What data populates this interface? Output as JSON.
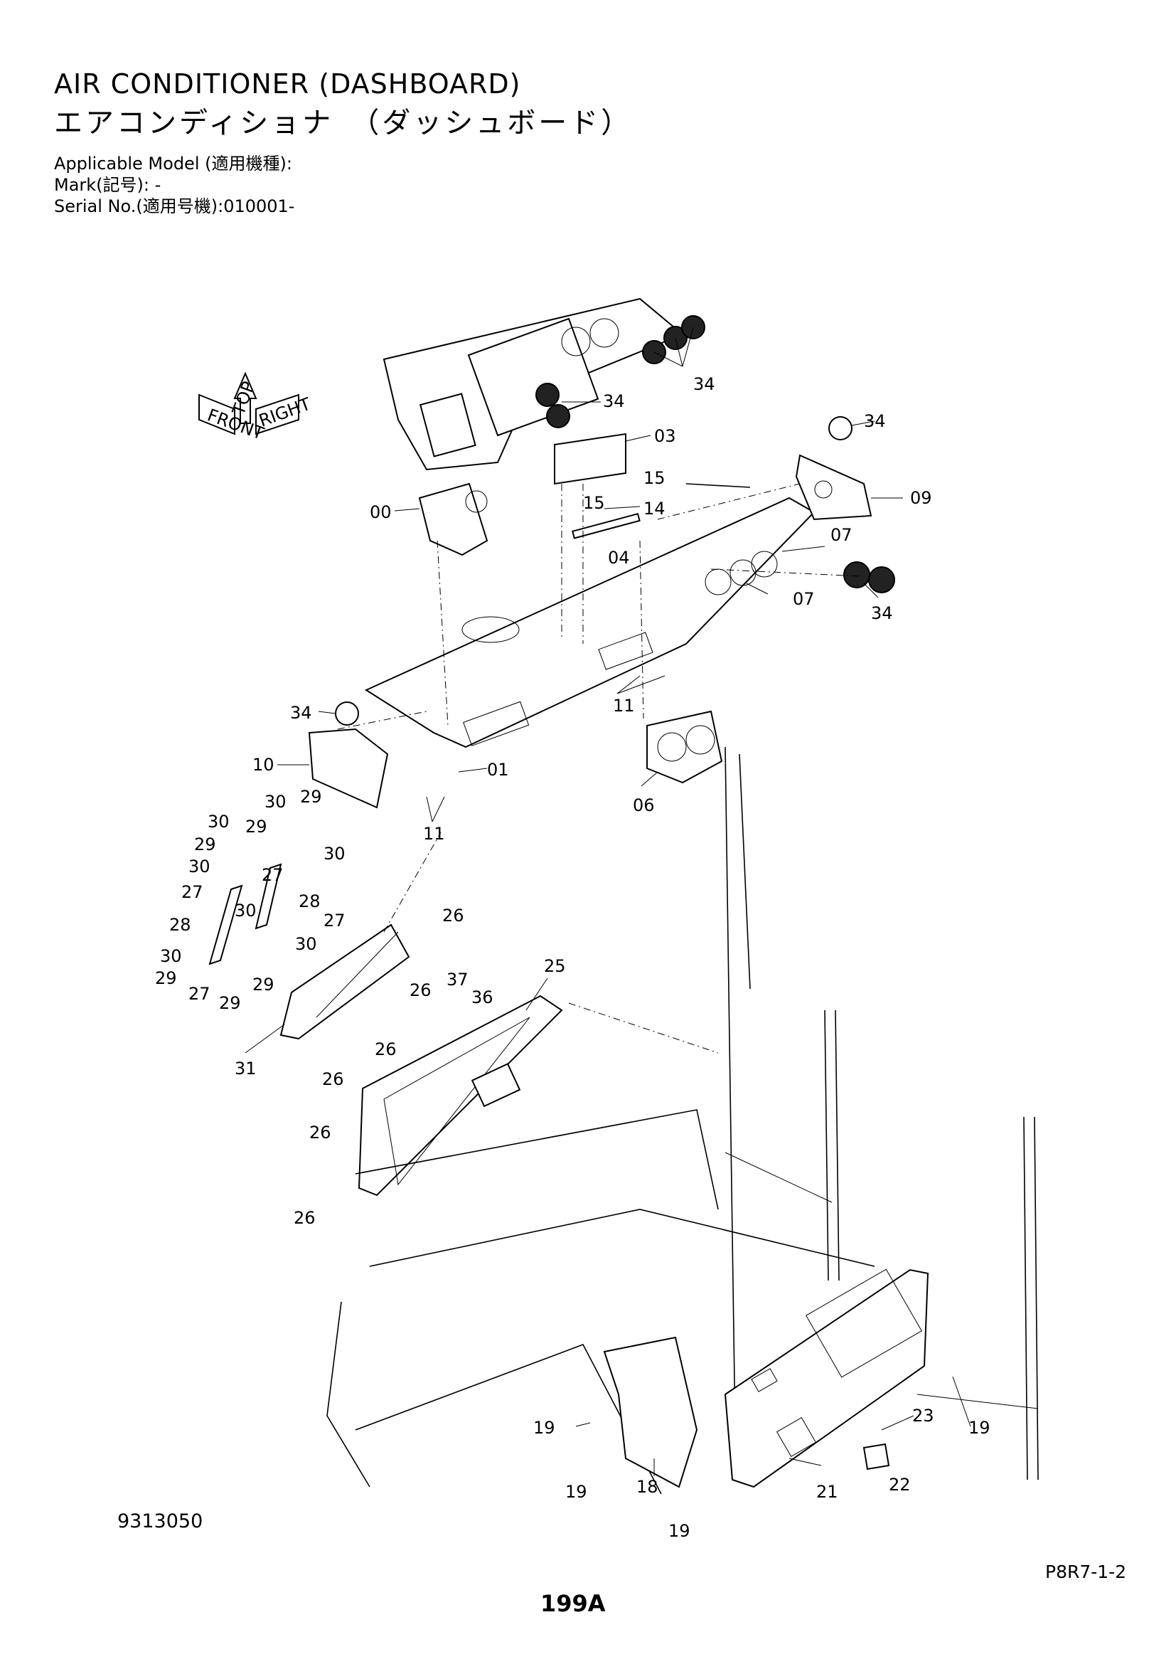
{
  "header": {
    "title_en": "AIR CONDITIONER (DASHBOARD)",
    "title_jp": "エアコンディショナ　（ダッシュボード）",
    "applicable_model": "Applicable Model (適用機種):",
    "mark": "Mark(記号): -",
    "serial": "Serial No.(適用号機):010001-"
  },
  "footer": {
    "drawing_number": "9313050",
    "page_ref": "P8R7-1-2",
    "page_number": "199A"
  },
  "orientation": {
    "front": "FRONT",
    "top": "TOP",
    "right": "RIGHT"
  },
  "callouts": [
    "34",
    "34",
    "34",
    "03",
    "00",
    "15",
    "15",
    "14",
    "04",
    "07",
    "07",
    "09",
    "34",
    "11",
    "34",
    "10",
    "01",
    "11",
    "06",
    "30",
    "29",
    "30",
    "29",
    "30",
    "29",
    "30",
    "27",
    "27",
    "28",
    "28",
    "30",
    "27",
    "30",
    "30",
    "29",
    "27",
    "29",
    "29",
    "26",
    "25",
    "37",
    "36",
    "26",
    "26",
    "31",
    "26",
    "26",
    "26",
    "19",
    "19",
    "18",
    "19",
    "23",
    "19",
    "21",
    "22"
  ]
}
